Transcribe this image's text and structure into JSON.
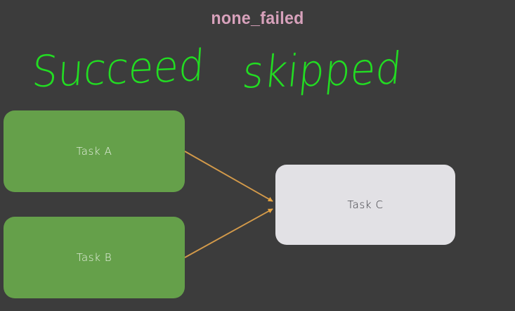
{
  "graph": {
    "title": "none_failed",
    "background_color": "#3c3c3c",
    "title_color": "#d7a1bb"
  },
  "annotations": [
    {
      "name": "succeed",
      "text": "Succeed",
      "color": "#22dd22"
    },
    {
      "name": "skipped",
      "text": "skipped",
      "color": "#22dd22"
    }
  ],
  "nodes": [
    {
      "id": "task-a",
      "label": "Task A",
      "state": "success",
      "fill": "#65a04a",
      "text_color": "#e9f2e4"
    },
    {
      "id": "task-b",
      "label": "Task B",
      "state": "success",
      "fill": "#65a04a",
      "text_color": "#e9f2e4"
    },
    {
      "id": "task-c",
      "label": "Task C",
      "state": "skipped",
      "fill": "#e2e1e5",
      "text_color": "#34343a"
    }
  ],
  "edges": [
    {
      "from": "Task A",
      "to": "Task C",
      "color": "#d39a4a"
    },
    {
      "from": "Task B",
      "to": "Task C",
      "color": "#d39a4a"
    }
  ]
}
